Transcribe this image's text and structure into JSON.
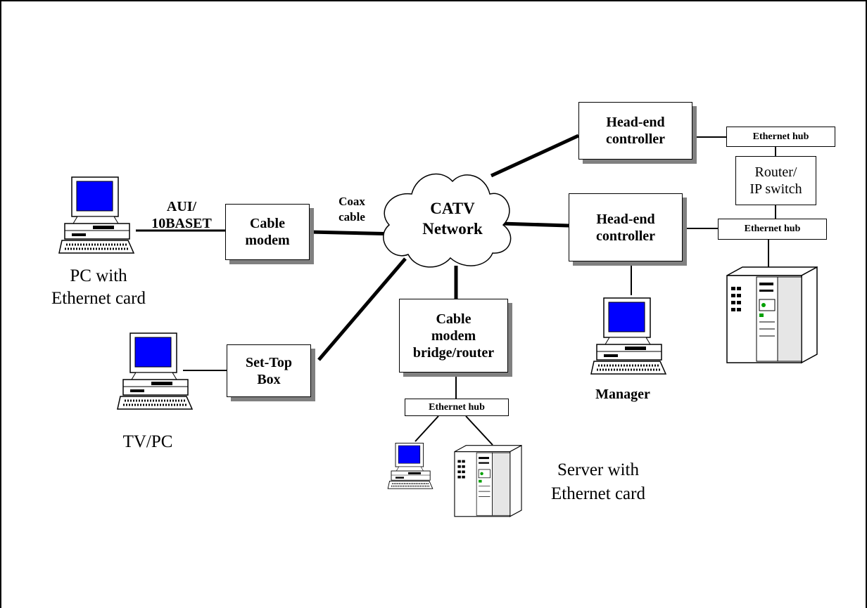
{
  "nodes": {
    "cable_modem": "Cable\nmodem",
    "set_top_box": "Set-Top\nBox",
    "headend_top": "Head-end\ncontroller",
    "headend_mid": "Head-end\ncontroller",
    "cm_bridge": "Cable\nmodem\nbridge/router",
    "catv_network": "CATV\nNetwork",
    "router_ip_switch": "Router/\nIP switch",
    "hub_top": "Ethernet hub",
    "hub_mid": "Ethernet hub",
    "hub_bottom": "Ethernet hub"
  },
  "labels": {
    "aui": "AUI/\n10BASET",
    "coax": "Coax\ncable",
    "pc_ethernet": "PC with\nEthernet card",
    "tv_pc": "TV/PC",
    "manager": "Manager",
    "server": "Server with\nEthernet card"
  },
  "colors": {
    "screen": "#0000ff",
    "shadow": "#808080",
    "line": "#000000"
  },
  "icons": [
    "desktop-pc-icon",
    "tower-server-icon",
    "cloud-icon"
  ]
}
